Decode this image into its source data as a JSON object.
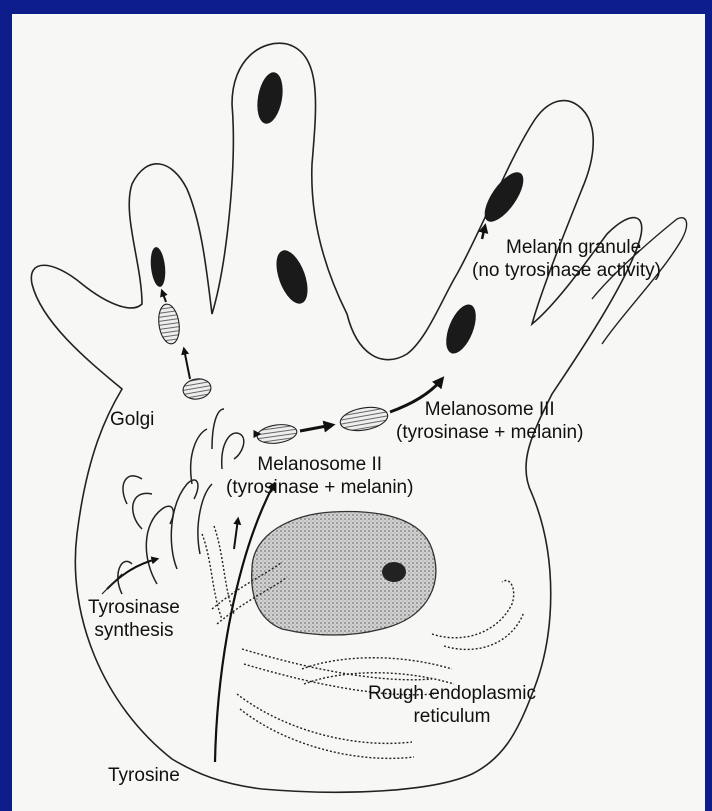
{
  "labels": {
    "melanin_granule": {
      "line1": "Melanin granule",
      "line2": "(no tyrosinase activity)"
    },
    "golgi": "Golgi",
    "melanosome_iii": {
      "line1": "Melanosome III",
      "line2": "(tyrosinase + melanin)"
    },
    "melanosome_ii": {
      "line1": "Melanosome II",
      "line2": "(tyrosinase + melanin)"
    },
    "tyrosinase_synthesis": {
      "line1": "Tyrosinase",
      "line2": "synthesis"
    },
    "rough_er": {
      "line1": "Rough endoplasmic",
      "line2": "reticulum"
    },
    "tyrosine": "Tyrosine"
  },
  "colors": {
    "frame": "#0d1e8c",
    "paper": "#f7f7f5",
    "ink": "#111111",
    "nucleus_fill": "#c9c9c9"
  }
}
